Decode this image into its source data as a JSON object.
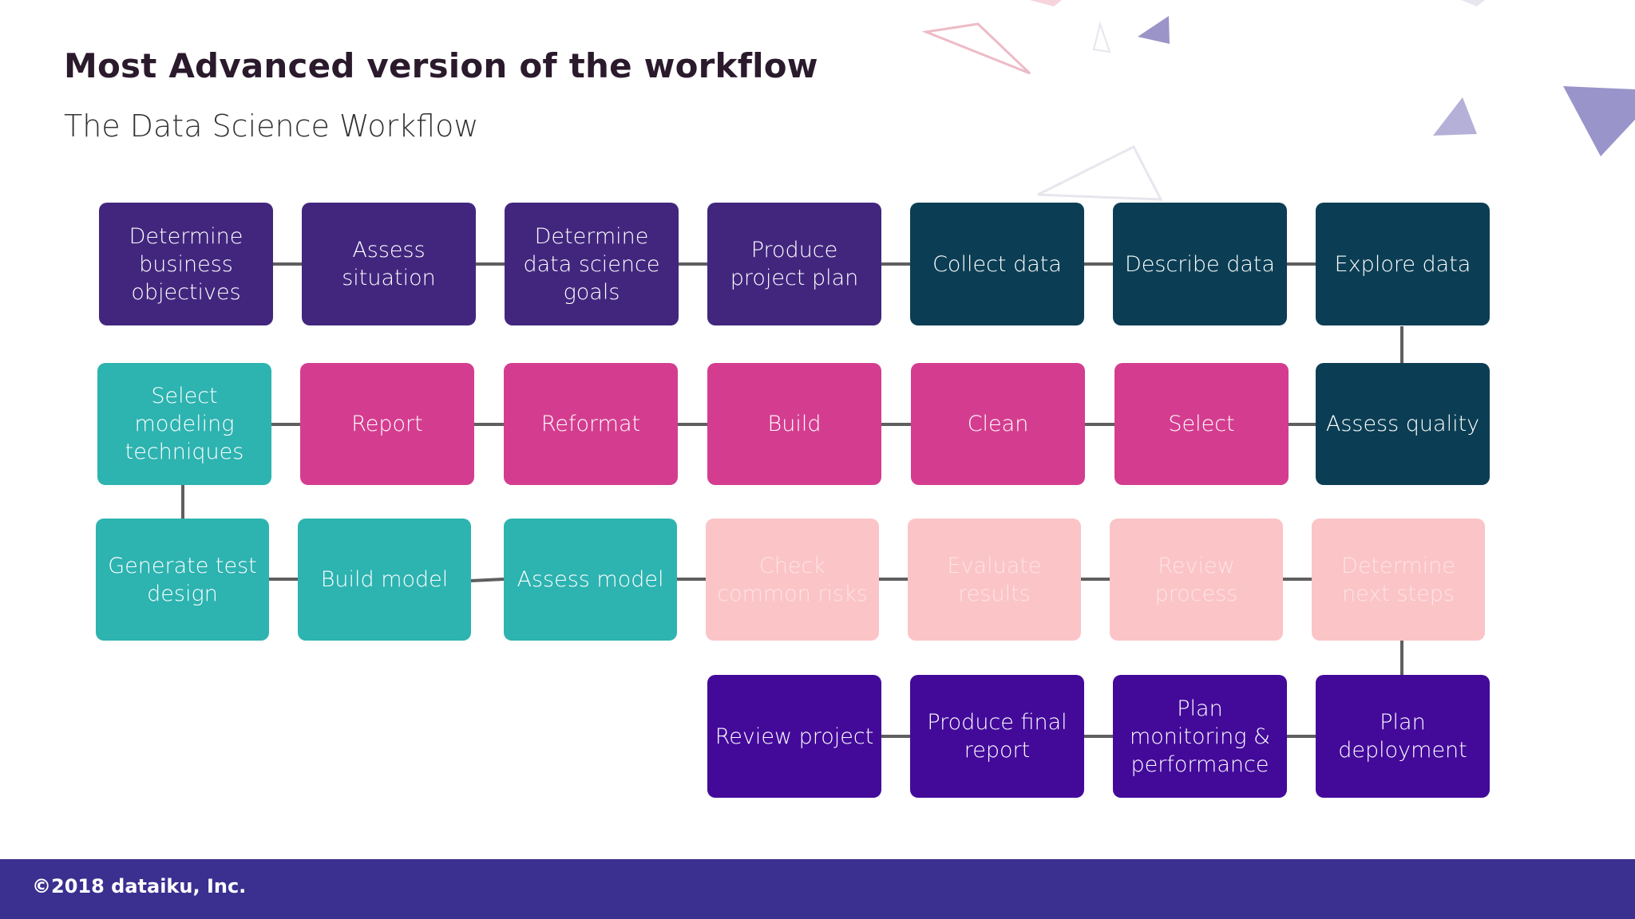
{
  "slide": {
    "title": "Most Advanced version of the workflow",
    "subtitle": "The Data Science Workflow"
  },
  "steps": {
    "r1": {
      "c1": "Determine business objectives",
      "c2": "Assess situation",
      "c3": "Determine data science goals",
      "c4": "Produce project plan",
      "c5": "Collect data",
      "c6": "Describe data",
      "c7": "Explore data"
    },
    "r2": {
      "c1": "Select modeling techniques",
      "c2": "Report",
      "c3": "Reformat",
      "c4": "Build",
      "c5": "Clean",
      "c6": "Select",
      "c7": "Assess quality"
    },
    "r3": {
      "c1": "Generate test design",
      "c2": "Build model",
      "c3": "Assess model",
      "c4": "Check common risks",
      "c5": "Evaluate results",
      "c6": "Review process",
      "c7": "Determine next steps"
    },
    "r4": {
      "c4": "Review project",
      "c5": "Produce final report",
      "c6": "Plan monitoring & performance",
      "c7": "Plan deployment"
    }
  },
  "colors": {
    "business_understanding": "#42267e",
    "data_understanding": "#0b3e54",
    "data_preparation": "#d43d8f",
    "modeling": "#2db3b0",
    "evaluation": "#fbc4c7",
    "deployment": "#430a9a",
    "footer": "#3b2f8f"
  },
  "footer": {
    "copyright": "©2018 dataiku, Inc."
  }
}
